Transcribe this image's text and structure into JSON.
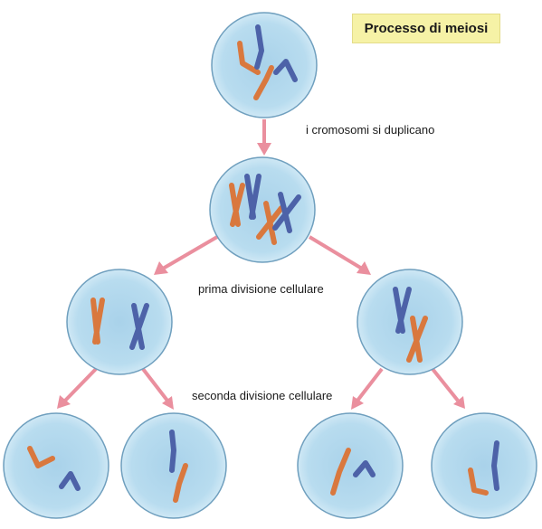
{
  "title": "Processo di meiosi",
  "labels": {
    "duplication": "i cromosomi si duplicano",
    "first_division": "prima divisione cellulare",
    "second_division": "seconda divisione cellulare"
  },
  "colors": {
    "cell_fill": "#b9dcef",
    "cell_rim": "#dbeef8",
    "cell_outline": "#6f9fbe",
    "orange_chromosome": "#d9783e",
    "blue_chromosome": "#4d62a8",
    "arrow": "#ea8f9e",
    "title_background": "#f6f2a6"
  },
  "stages": [
    "parent-cell",
    "duplicated-cell",
    "first-division-cells",
    "second-division-cells"
  ]
}
